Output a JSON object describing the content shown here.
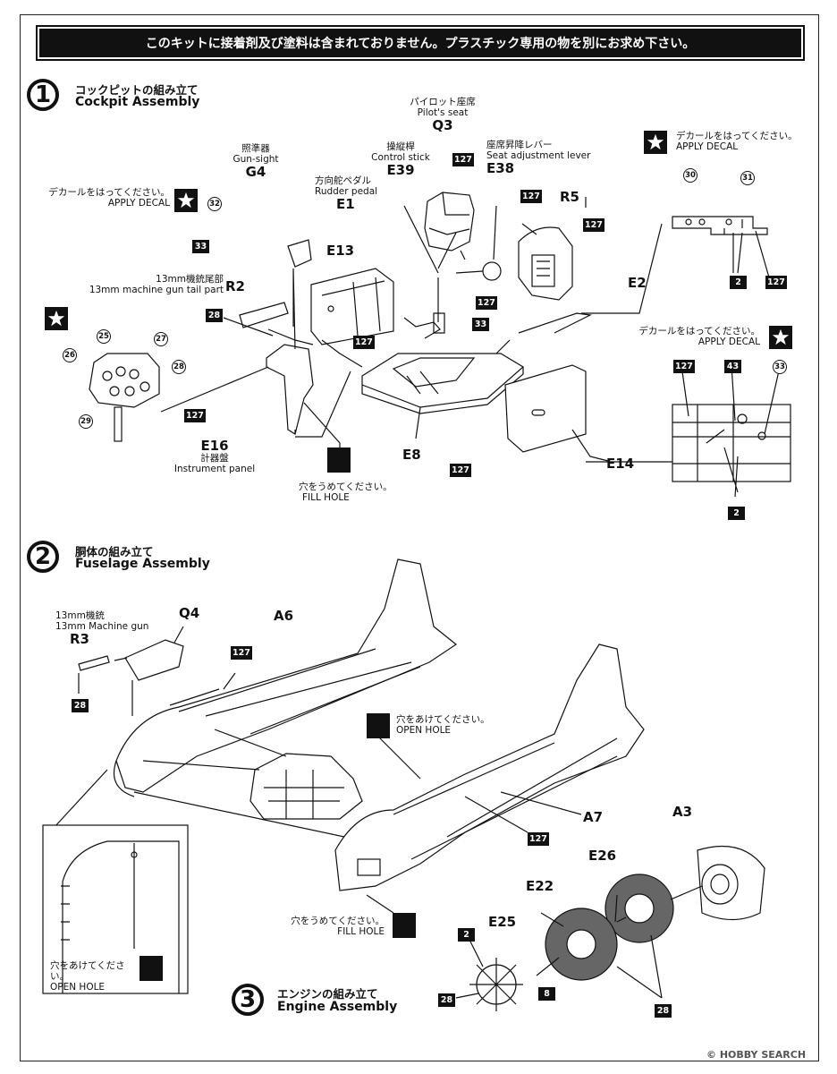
{
  "banner": "このキットに接着剤及び塗料は含まれておりません。プラスチック専用の物を別にお求め下さい。",
  "step1": {
    "num": "1",
    "jp": "コックピットの組み立て",
    "en": "Cockpit Assembly",
    "pilot_seat": {
      "jp": "パイロット座席",
      "en": "Pilot's seat",
      "part": "Q3"
    },
    "control_stick": {
      "jp": "操縦桿",
      "en": "Control stick",
      "part": "E39"
    },
    "seat_lever": {
      "jp": "座席昇降レバー",
      "en": "Seat adjustment lever",
      "part": "E38"
    },
    "gun_sight": {
      "jp": "照準器",
      "en": "Gun-sight",
      "part": "G4"
    },
    "rudder_pedal": {
      "jp": "方向舵ペダル",
      "en": "Rudder pedal",
      "part": "E1"
    },
    "mg_tail": {
      "jp": "13mm機銃尾部",
      "en": "13mm machine gun tail part",
      "part": "R2"
    },
    "instrument": {
      "part": "E16",
      "jp": "計器盤",
      "en": "Instrument panel"
    },
    "apply_decal_jp": "デカールをはってください。",
    "apply_decal_en": "APPLY  DECAL",
    "apply_decal_en2": "APPLY DECAL",
    "fill_hole_jp": "穴をうめてください。",
    "fill_hole_en": "FILL HOLE",
    "parts": {
      "e13": "E13",
      "e8": "E8",
      "e14": "E14",
      "r5": "R5",
      "e2": "E2"
    },
    "sq": {
      "s127": "127",
      "s33": "33",
      "s28": "28",
      "s2": "2",
      "s43": "43"
    },
    "circ": {
      "c32": "32",
      "c25": "25",
      "c27": "27",
      "c26": "26",
      "c28": "28",
      "c29": "29",
      "c30": "30",
      "c31": "31",
      "c33": "33"
    }
  },
  "step2": {
    "num": "2",
    "jp": "胴体の組み立て",
    "en": "Fuselage Assembly",
    "mg": {
      "jp": "13mm機銃",
      "en": "13mm Machine gun",
      "part": "R3"
    },
    "parts": {
      "q4": "Q4",
      "a6": "A6",
      "a7": "A7"
    },
    "open_hole_jp": "穴をあけてください。",
    "open_hole_en": "OPEN HOLE",
    "fill_hole_jp": "穴をうめてください。",
    "fill_hole_en": "FILL HOLE",
    "sq": {
      "s127": "127",
      "s28": "28"
    }
  },
  "step3": {
    "num": "3",
    "jp": "エンジンの組み立て",
    "en": "Engine Assembly",
    "parts": {
      "a3": "A3",
      "e26": "E26",
      "e22": "E22",
      "e25": "E25"
    },
    "sq": {
      "s2": "2",
      "s8": "8",
      "s28": "28"
    }
  },
  "watermark": "© HOBBY SEARCH"
}
